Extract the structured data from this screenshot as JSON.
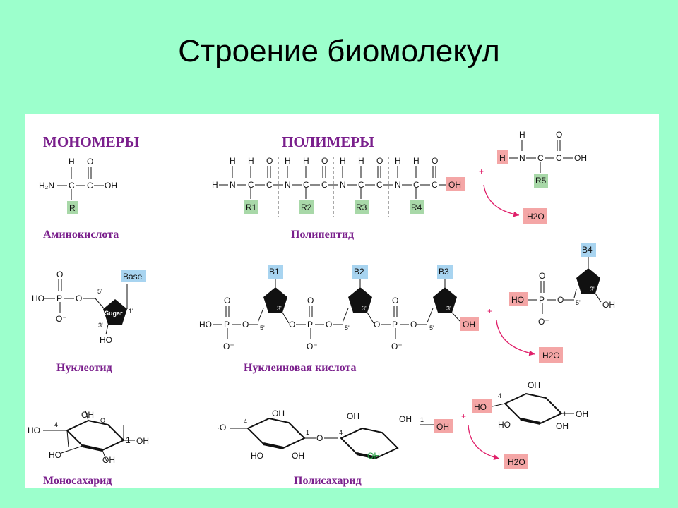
{
  "title": "Строение биомолекул",
  "headers": {
    "monomers": "МОНОМЕРЫ",
    "polymers": "ПОЛИМЕРЫ"
  },
  "captions": {
    "amino_acid": "Аминокислота",
    "polypeptide": "Полипептид",
    "nucleotide": "Нуклеотид",
    "nucleic_acid": "Нуклеиновая кислота",
    "monosaccharide": "Моносахарид",
    "polysaccharide": "Полисахарид"
  },
  "labels": {
    "base": "Base",
    "sugar": "Sugar",
    "water": "H2O",
    "plus": "+",
    "r_groups": [
      "R",
      "R1",
      "R2",
      "R3",
      "R4",
      "R5"
    ],
    "bases": [
      "B1",
      "B2",
      "B3",
      "B4"
    ]
  },
  "colors": {
    "background": "#9cffcc",
    "heading": "#7a1f8c",
    "highlight_red": "#f4a6a6",
    "highlight_green": "#a8d8a8",
    "highlight_blue": "#a8d4f0",
    "arrow": "#e0206a"
  }
}
